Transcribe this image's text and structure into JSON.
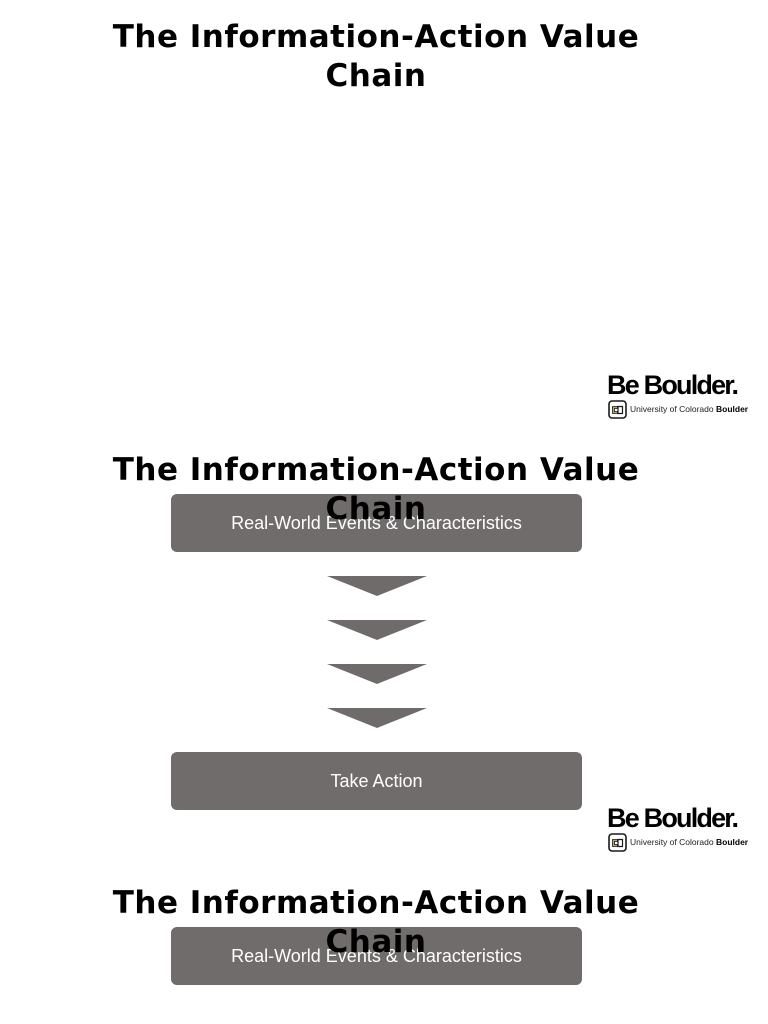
{
  "slides": [
    {
      "title": "The Information-Action Value Chain",
      "logo": {
        "wordmark": "Be Boulder.",
        "university": "University of Colorado",
        "campus": "Boulder"
      }
    },
    {
      "title": "The Information-Action Value Chain",
      "steps": [
        "Real-World Events & Characteristics",
        "Take Action"
      ],
      "logo": {
        "wordmark": "Be Boulder.",
        "university": "University of Colorado",
        "campus": "Boulder"
      }
    },
    {
      "title": "The Information-Action Value Chain",
      "steps": [
        "Real-World Events & Characteristics"
      ]
    }
  ],
  "colors": {
    "box": "#706c6b",
    "chevron": "#6f6b6a",
    "logo_gold": "#b8a068"
  }
}
